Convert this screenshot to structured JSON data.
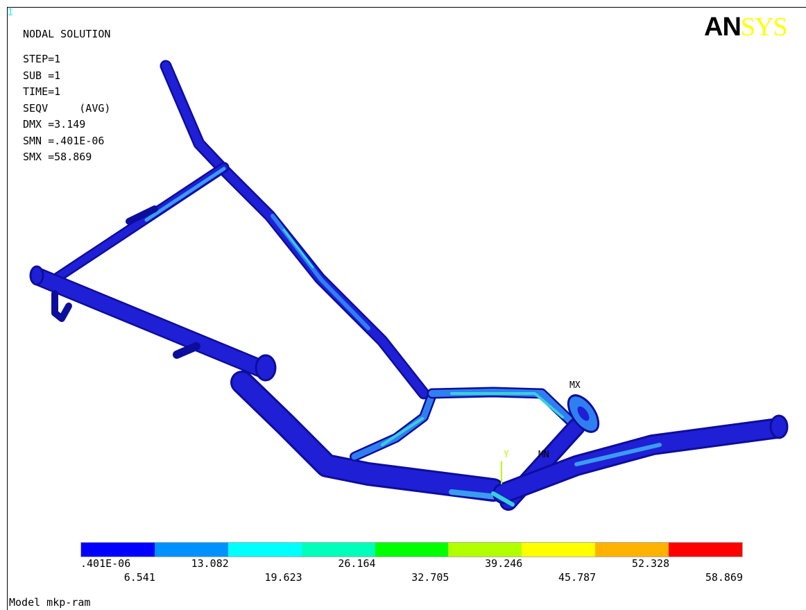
{
  "window": {
    "number": "1",
    "title": "NODAL SOLUTION",
    "logo": {
      "part1": "AN",
      "part2": "SYS"
    },
    "model_caption": "Model mkp-ram"
  },
  "info": [
    "STEP=1",
    "SUB =1",
    "TIME=1",
    "SEQV     (AVG)",
    "DMX =3.149",
    "SMN =.401E-06",
    "SMX =58.869"
  ],
  "markers": {
    "mx": "MX",
    "mn": "MN",
    "axis_y": "Y"
  },
  "chart_data": {
    "type": "heatmap",
    "title": "SEQV (AVG)",
    "value_labels": [
      ".401E-06",
      "6.541",
      "13.082",
      "19.623",
      "26.164",
      "32.705",
      "39.246",
      "45.787",
      "52.328",
      "58.869"
    ],
    "values": [
      4.01e-07,
      6.541,
      13.082,
      19.623,
      26.164,
      32.705,
      39.246,
      45.787,
      52.328,
      58.869
    ],
    "colors": [
      "#0000ff",
      "#0091ff",
      "#00ffff",
      "#00ffbb",
      "#00ff00",
      "#b2ff00",
      "#ffff00",
      "#ffb200",
      "#ff0000"
    ]
  },
  "palette": {
    "tube": "#1f1fd6",
    "tube_dark": "#0d0d9c",
    "stress_low": "#3a9cf0",
    "stress_mid": "#39d0d8"
  }
}
